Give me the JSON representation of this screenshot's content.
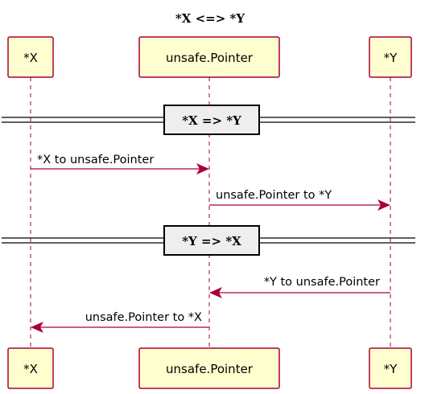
{
  "title": "*X  <=>  *Y",
  "participants": [
    {
      "id": "x",
      "label": "*X"
    },
    {
      "id": "ptr",
      "label": "unsafe.Pointer"
    },
    {
      "id": "y",
      "label": "*Y"
    }
  ],
  "dividers": [
    {
      "label": "*X => *Y"
    },
    {
      "label": "*Y => *X"
    }
  ],
  "messages": [
    {
      "from": "x",
      "to": "ptr",
      "label": "*X to unsafe.Pointer"
    },
    {
      "from": "ptr",
      "to": "y",
      "label": "unsafe.Pointer to *Y"
    },
    {
      "from": "y",
      "to": "ptr",
      "label": "*Y to unsafe.Pointer"
    },
    {
      "from": "ptr",
      "to": "x",
      "label": "unsafe.Pointer to *X"
    }
  ],
  "colors": {
    "participant_fill": "#FEFECE",
    "participant_border": "#A80036",
    "arrow": "#A80036",
    "divider_fill": "#EEEEEE"
  }
}
